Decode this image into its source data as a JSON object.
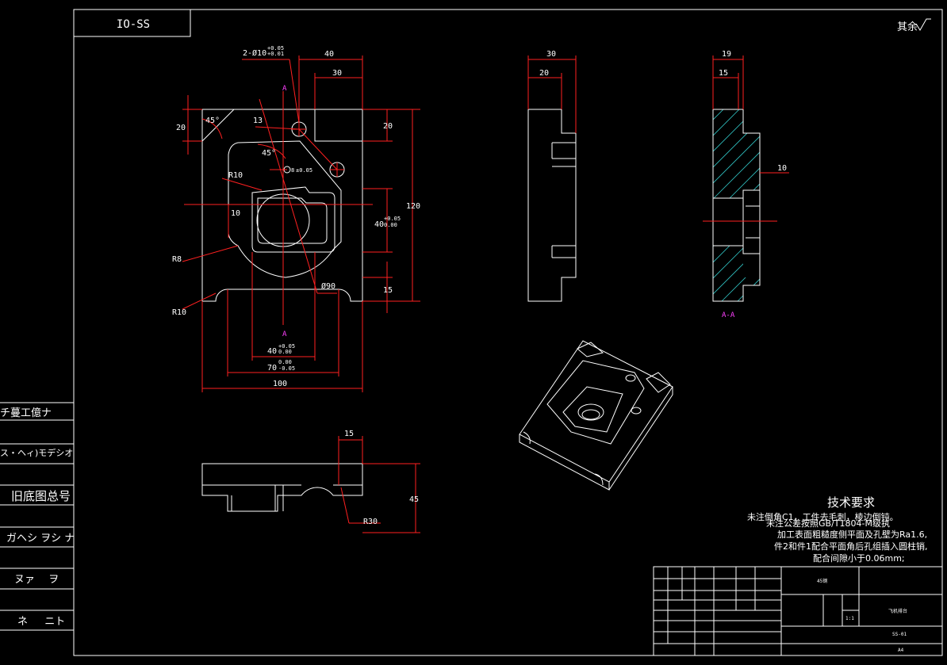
{
  "drawing": {
    "code_box": "IO-SS",
    "roughness_note": "其余",
    "section_label": "A-A",
    "section_mark": "A"
  },
  "dimensions": {
    "front": [
      "40",
      "30",
      "13",
      "20",
      "45°",
      "45°",
      "20",
      "R10",
      "10",
      "120",
      "R8",
      "R10",
      "Ø90",
      "15",
      "100"
    ],
    "front_holes": "2-Ø10",
    "front_holes_tol_up": "+0.05",
    "front_holes_tol_dn": "+0.01",
    "front_slot": "40",
    "front_slot_tol_up": "+0.05",
    "front_slot_tol_dn": "0.00",
    "bottom_40": "40",
    "bottom_40_up": "+0.05",
    "bottom_40_dn": "0.00",
    "bottom_70": "70",
    "bottom_70_up": "0.00",
    "bottom_70_dn": "-0.05",
    "small_hole": "8",
    "small_hole_tol": "±0.05",
    "side": [
      "30",
      "20"
    ],
    "section": [
      "19",
      "15",
      "10"
    ],
    "top_view": [
      "15",
      "45",
      "R30"
    ]
  },
  "sidebar_labels": [
    "チ蔓工億ナ",
    "ス・ヘィ)モデシオヌシヌ",
    "旧底图总号",
    "ガヘシ ヲシ ナ",
    "ヌァ 　ヲ",
    "ネ 　 ニト"
  ],
  "tech_req": {
    "title": "技术要求",
    "lines": [
      "未注倒角C1，工件去毛刺，棱边倒钝。",
      "未注公差按照GB/T1804-M级执",
      "加工表面粗糙度侧平面及孔壁为Ra1.6,",
      "件2和件1配合平面角后孔组插入圆柱销,",
      "配合间隙小于0.06mm;"
    ]
  },
  "title_block": {
    "material": "45钢",
    "part_name": "飞机排台",
    "drawing_no": "SS-01",
    "scale": "1:1",
    "sheet": "A4"
  },
  "colors": {
    "outline": "#ffffff",
    "dimension": "#ff2020",
    "hatch": "#30c0c0",
    "section_text": "#ff40ff"
  }
}
